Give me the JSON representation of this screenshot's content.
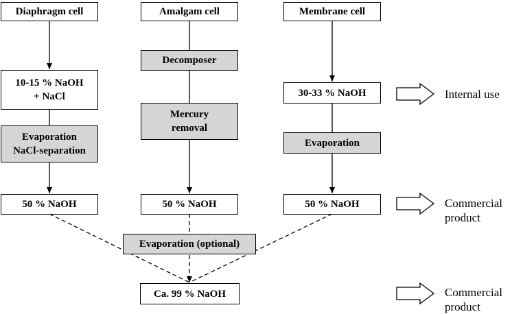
{
  "columns": {
    "diaphragm": {
      "header": "Diaphragm cell",
      "product_1": "10-15 % NaOH\n+ NaCl",
      "process": "Evaporation\nNaCl-separation",
      "product_2": "50 % NaOH"
    },
    "amalgam": {
      "header": "Amalgam cell",
      "process_1": "Decomposer",
      "process_2": "Mercury\nremoval",
      "product": "50 % NaOH"
    },
    "membrane": {
      "header": "Membrane cell",
      "product_1": "30-33 % NaOH",
      "process": "Evaporation",
      "product_2": "50 % NaOH"
    }
  },
  "merge": {
    "process": "Evaporation (optional)",
    "product": "Ca. 99 % NaOH"
  },
  "outputs": {
    "internal": "Internal use",
    "commercial_1": "Commercial\nproduct",
    "commercial_2": "Commercial\nproduct"
  }
}
